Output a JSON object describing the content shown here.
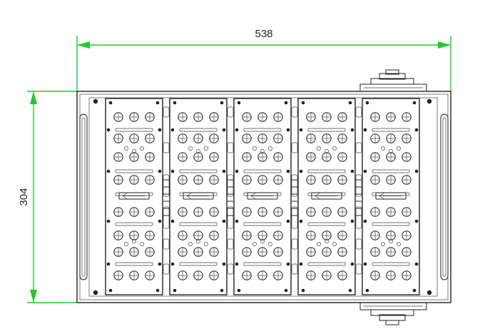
{
  "drawing": {
    "width_dimension": "538",
    "height_dimension": "304",
    "module_count": 5,
    "dimension_color": "#1fcc2a",
    "line_color": "#222222"
  }
}
